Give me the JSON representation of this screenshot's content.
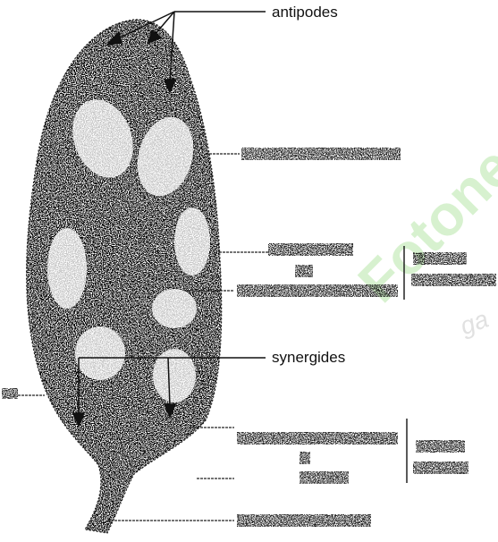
{
  "diagram": {
    "labels": {
      "antipodes": "antipodes",
      "synergides": "synergides"
    },
    "watermark": {
      "main": "Fotonesis",
      "sub": "ga"
    },
    "colors": {
      "ink": "#111111",
      "stipple": "#1a1a1a",
      "watermark": "#b7e6a8"
    }
  }
}
